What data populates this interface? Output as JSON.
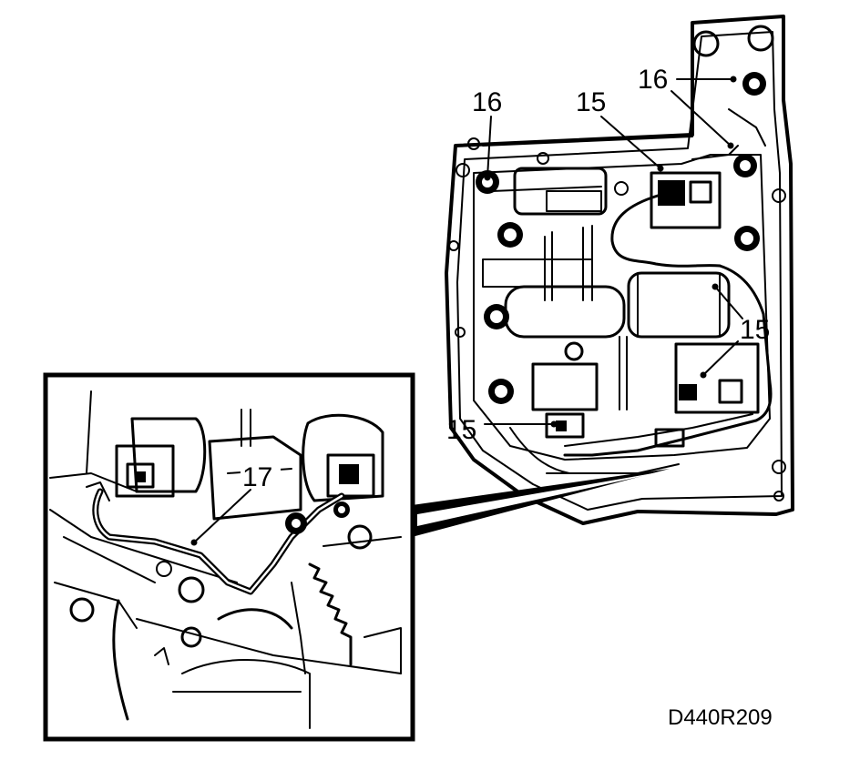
{
  "figure": {
    "id": "D440R209"
  },
  "callouts": {
    "c16_left": "16",
    "c16_right": "16",
    "c15_top": "15",
    "c15_right": "15",
    "c15_bottom": "15",
    "c17": "17"
  }
}
